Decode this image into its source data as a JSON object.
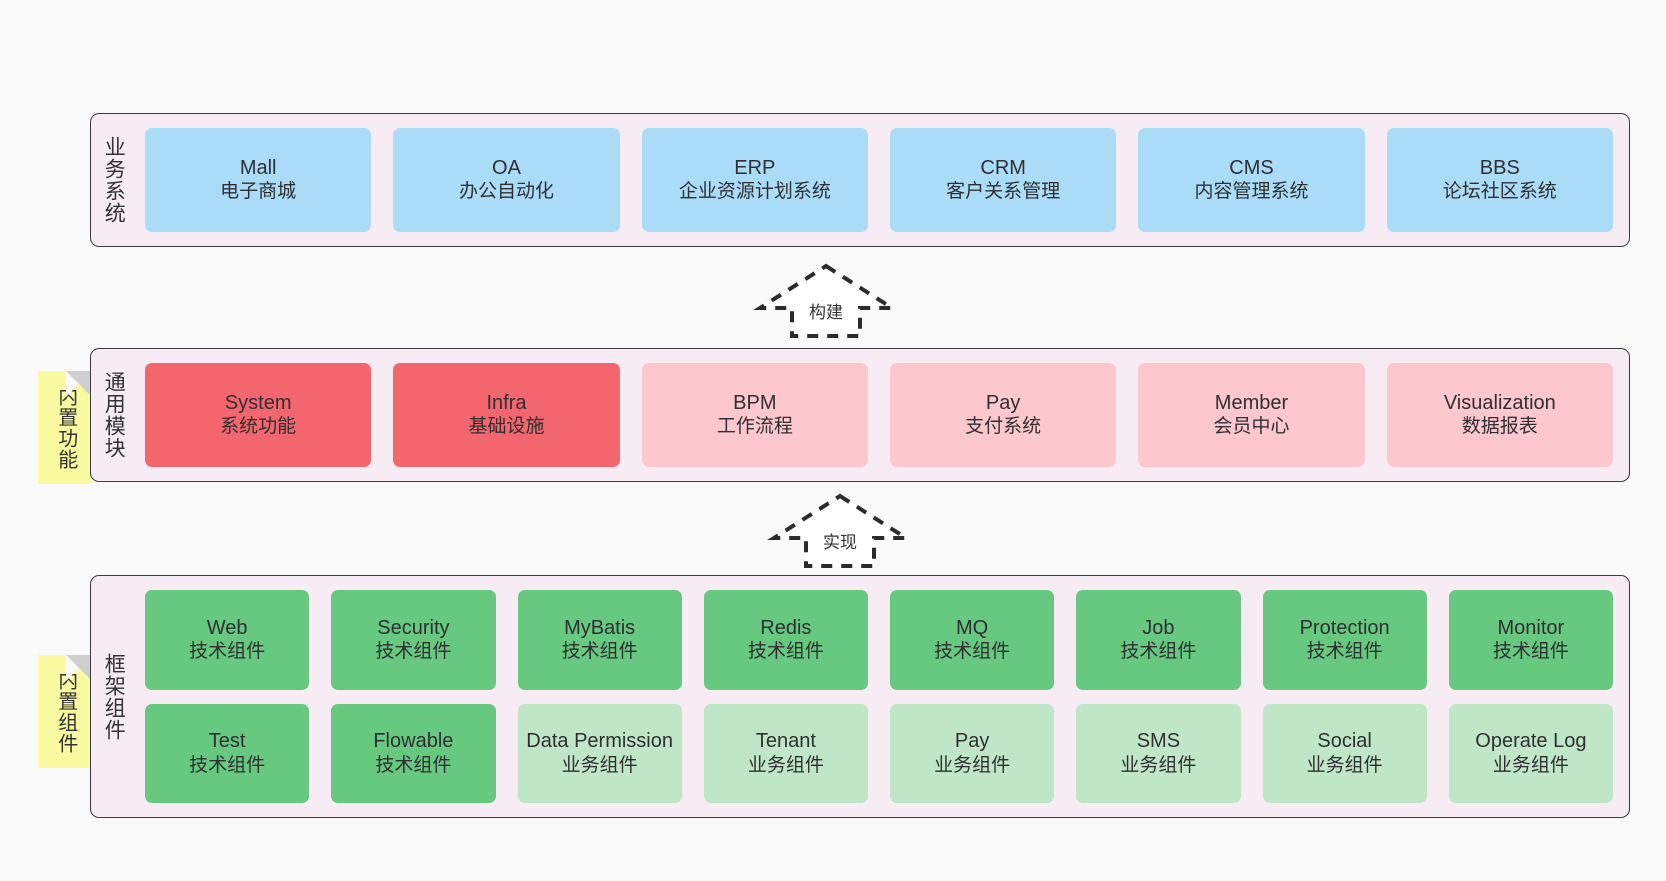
{
  "diagram": {
    "background_color": "#f9f9f9",
    "panel_bg": "#f7ebf4",
    "panel_border": "#3b3b42",
    "note_color": "#fafaa0",
    "colors": {
      "business": "#aadcf8",
      "module_core": "#f4666e",
      "module_other": "#fcc8ce",
      "tech_component": "#66c97f",
      "biz_component": "#bfe6c6"
    }
  },
  "layers": {
    "business": {
      "title": "业务系统",
      "rows": [
        [
          {
            "en": "Mall",
            "cn": "电子商城",
            "color": "blue"
          },
          {
            "en": "OA",
            "cn": "办公自动化",
            "color": "blue"
          },
          {
            "en": "ERP",
            "cn": "企业资源计划系统",
            "color": "blue"
          },
          {
            "en": "CRM",
            "cn": "客户关系管理",
            "color": "blue"
          },
          {
            "en": "CMS",
            "cn": "内容管理系统",
            "color": "blue"
          },
          {
            "en": "BBS",
            "cn": "论坛社区系统",
            "color": "blue"
          }
        ]
      ]
    },
    "modules": {
      "title": "通用模块",
      "note": "内置功能",
      "rows": [
        [
          {
            "en": "System",
            "cn": "系统功能",
            "color": "red"
          },
          {
            "en": "Infra",
            "cn": "基础设施",
            "color": "red"
          },
          {
            "en": "BPM",
            "cn": "工作流程",
            "color": "pink"
          },
          {
            "en": "Pay",
            "cn": "支付系统",
            "color": "pink"
          },
          {
            "en": "Member",
            "cn": "会员中心",
            "color": "pink"
          },
          {
            "en": "Visualization",
            "cn": "数据报表",
            "color": "pink"
          }
        ]
      ]
    },
    "framework": {
      "title": "框架组件",
      "note": "内置组件",
      "rows": [
        [
          {
            "en": "Web",
            "cn": "技术组件",
            "color": "green"
          },
          {
            "en": "Security",
            "cn": "技术组件",
            "color": "green"
          },
          {
            "en": "MyBatis",
            "cn": "技术组件",
            "color": "green"
          },
          {
            "en": "Redis",
            "cn": "技术组件",
            "color": "green"
          },
          {
            "en": "MQ",
            "cn": "技术组件",
            "color": "green"
          },
          {
            "en": "Job",
            "cn": "技术组件",
            "color": "green"
          },
          {
            "en": "Protection",
            "cn": "技术组件",
            "color": "green"
          },
          {
            "en": "Monitor",
            "cn": "技术组件",
            "color": "green"
          }
        ],
        [
          {
            "en": "Test",
            "cn": "技术组件",
            "color": "green"
          },
          {
            "en": "Flowable",
            "cn": "技术组件",
            "color": "green"
          },
          {
            "en": "Data Permission",
            "cn": "业务组件",
            "color": "lightgreen"
          },
          {
            "en": "Tenant",
            "cn": "业务组件",
            "color": "lightgreen"
          },
          {
            "en": "Pay",
            "cn": "业务组件",
            "color": "lightgreen"
          },
          {
            "en": "SMS",
            "cn": "业务组件",
            "color": "lightgreen"
          },
          {
            "en": "Social",
            "cn": "业务组件",
            "color": "lightgreen"
          },
          {
            "en": "Operate Log",
            "cn": "业务组件",
            "color": "lightgreen"
          }
        ]
      ]
    }
  },
  "connectors": [
    {
      "label": "构建",
      "from": "modules",
      "to": "business"
    },
    {
      "label": "实现",
      "from": "framework",
      "to": "modules"
    }
  ]
}
